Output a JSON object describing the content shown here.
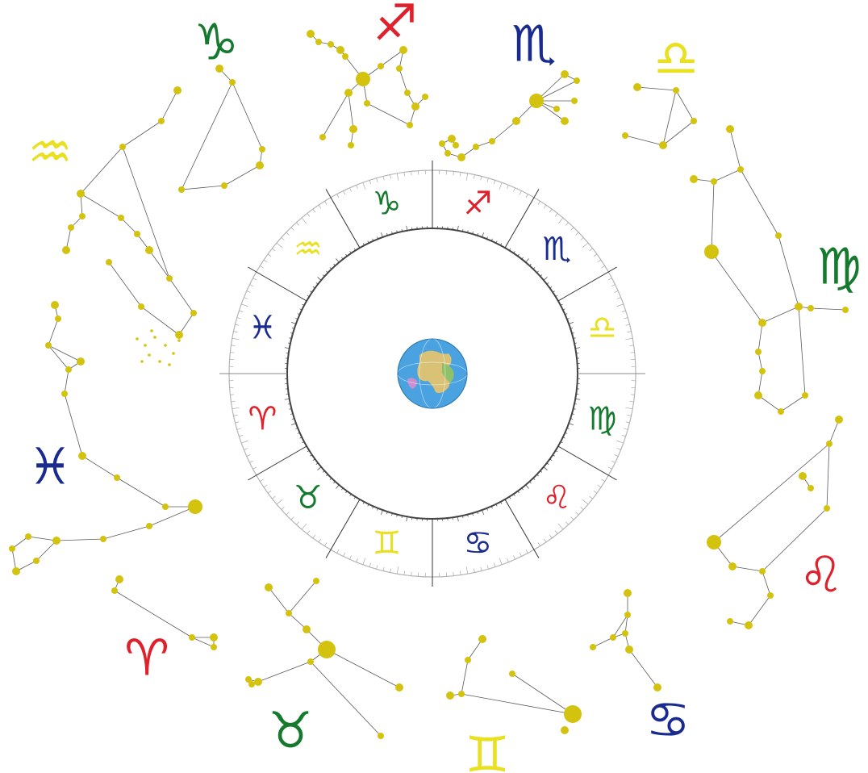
{
  "colors": {
    "background": "#ffffff",
    "star": "#d4c30e",
    "line": "#5a5a5a",
    "red": "#e0202a",
    "green": "#167a2e",
    "blue": "#1a2b8f",
    "yellow": "#e8e020",
    "globe_ocean": "#4aa3e0"
  },
  "zodiac_wheel": {
    "center_icon": "earth-globe-icon",
    "signs": [
      {
        "name": "capricorn",
        "glyph": "♑",
        "color": "green"
      },
      {
        "name": "sagittarius",
        "glyph": "♐",
        "color": "red"
      },
      {
        "name": "scorpio",
        "glyph": "♏",
        "color": "blue"
      },
      {
        "name": "libra",
        "glyph": "♎",
        "color": "yellow"
      },
      {
        "name": "virgo",
        "glyph": "♍",
        "color": "green"
      },
      {
        "name": "leo",
        "glyph": "♌",
        "color": "red"
      },
      {
        "name": "cancer",
        "glyph": "♋",
        "color": "blue"
      },
      {
        "name": "gemini",
        "glyph": "♊",
        "color": "yellow"
      },
      {
        "name": "taurus",
        "glyph": "♉",
        "color": "green"
      },
      {
        "name": "aries",
        "glyph": "♈",
        "color": "red"
      },
      {
        "name": "pisces",
        "glyph": "♓",
        "color": "blue"
      },
      {
        "name": "aquarius",
        "glyph": "♒",
        "color": "yellow"
      }
    ]
  },
  "outer_constellations": [
    {
      "name": "sagittarius",
      "glyph": "♐",
      "color": "red"
    },
    {
      "name": "scorpio",
      "glyph": "♏",
      "color": "blue"
    },
    {
      "name": "libra",
      "glyph": "♎",
      "color": "yellow"
    },
    {
      "name": "virgo",
      "glyph": "♍",
      "color": "green"
    },
    {
      "name": "leo",
      "glyph": "♌",
      "color": "red"
    },
    {
      "name": "cancer",
      "glyph": "♋",
      "color": "blue"
    },
    {
      "name": "gemini",
      "glyph": "♊",
      "color": "yellow"
    },
    {
      "name": "taurus",
      "glyph": "♉",
      "color": "green"
    },
    {
      "name": "aries",
      "glyph": "♈",
      "color": "red"
    },
    {
      "name": "pisces",
      "glyph": "♓",
      "color": "blue"
    },
    {
      "name": "aquarius",
      "glyph": "♒",
      "color": "yellow"
    },
    {
      "name": "capricorn",
      "glyph": "♑",
      "color": "green"
    }
  ]
}
